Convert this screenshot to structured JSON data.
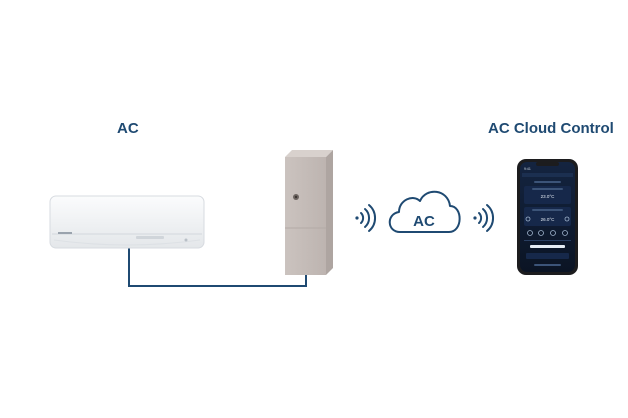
{
  "labels": {
    "ac": "AC",
    "cloud_control": "AC Cloud Control",
    "cloud_text": "AC"
  },
  "phone": {
    "status_time": "9:41",
    "set_temperature": "23.0°C",
    "room_temperature": "26.0°C"
  },
  "icons": [
    "air-conditioner-icon",
    "wifi-controller-box-icon",
    "wireless-signal-icon",
    "cloud-icon",
    "smartphone-icon"
  ],
  "colors": {
    "label": "#1f4a72",
    "cable": "#1f4a72",
    "signal": "#1f4a72",
    "box": "#c6bdb9",
    "ac_unit": "#f1f3f5",
    "phone_screen": "#101a2c"
  }
}
